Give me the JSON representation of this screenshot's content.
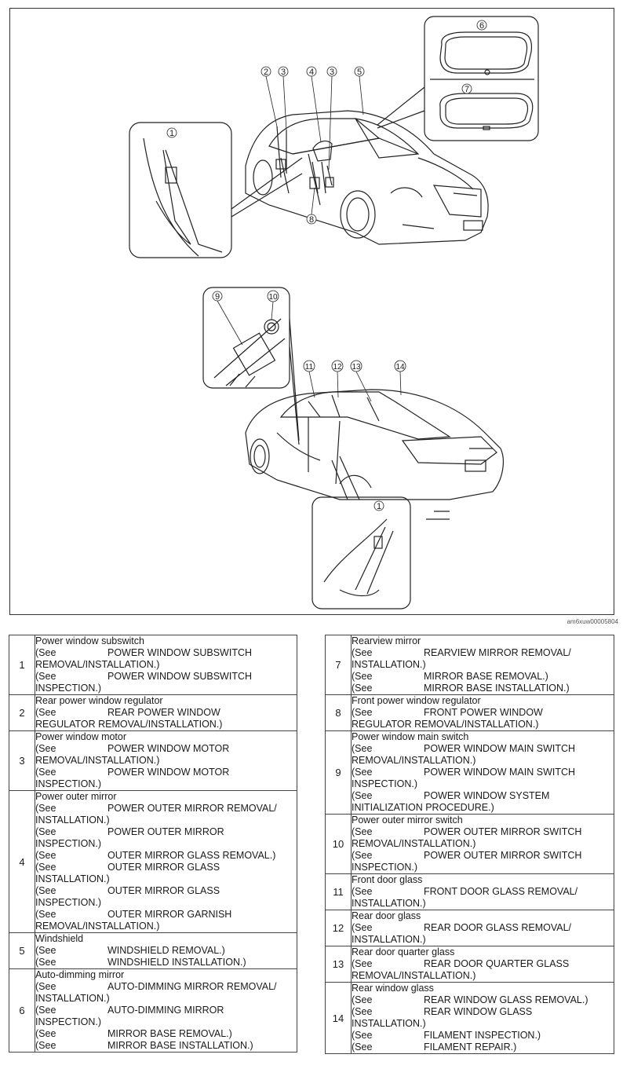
{
  "figure": {
    "code": "am6xuw00005804",
    "callouts": [
      "1",
      "2",
      "3",
      "4",
      "3",
      "5",
      "6",
      "7",
      "8",
      "9",
      "10",
      "11",
      "12",
      "13",
      "14",
      "1"
    ]
  },
  "left_rows": [
    {
      "num": "1",
      "title": "Power window subswitch",
      "refs": [
        {
          "see": "(See",
          "text": "POWER WINDOW SUBSWITCH",
          "cont": "REMOVAL/INSTALLATION.)"
        },
        {
          "see": "(See",
          "text": "POWER WINDOW SUBSWITCH",
          "cont": "INSPECTION.)"
        }
      ]
    },
    {
      "num": "2",
      "title": "Rear power window regulator",
      "refs": [
        {
          "see": "(See",
          "text": "REAR POWER WINDOW",
          "cont": "REGULATOR REMOVAL/INSTALLATION.)"
        }
      ]
    },
    {
      "num": "3",
      "title": "Power window motor",
      "refs": [
        {
          "see": "(See",
          "text": "POWER WINDOW MOTOR",
          "cont": "REMOVAL/INSTALLATION.)"
        },
        {
          "see": "(See",
          "text": "POWER WINDOW MOTOR",
          "cont": "INSPECTION.)"
        }
      ]
    },
    {
      "num": "4",
      "title": "Power outer mirror",
      "refs": [
        {
          "see": "(See",
          "text": "POWER OUTER MIRROR REMOVAL/",
          "cont": "INSTALLATION.)"
        },
        {
          "see": "(See",
          "text": "POWER OUTER MIRROR",
          "cont": "INSPECTION.)"
        },
        {
          "see": "(See",
          "text": "OUTER MIRROR GLASS REMOVAL.)",
          "cont": ""
        },
        {
          "see": "(See",
          "text": "OUTER MIRROR GLASS",
          "cont": "INSTALLATION.)"
        },
        {
          "see": "(See",
          "text": "OUTER MIRROR GLASS",
          "cont": "INSPECTION.)"
        },
        {
          "see": "(See",
          "text": "OUTER MIRROR GARNISH",
          "cont": "REMOVAL/INSTALLATION.)"
        }
      ]
    },
    {
      "num": "5",
      "title": "Windshield",
      "refs": [
        {
          "see": "(See",
          "text": "WINDSHIELD REMOVAL.)",
          "cont": ""
        },
        {
          "see": "(See",
          "text": "WINDSHIELD INSTALLATION.)",
          "cont": ""
        }
      ]
    },
    {
      "num": "6",
      "title": "Auto-dimming mirror",
      "refs": [
        {
          "see": "(See",
          "text": "AUTO-DIMMING MIRROR REMOVAL/",
          "cont": "INSTALLATION.)"
        },
        {
          "see": "(See",
          "text": "AUTO-DIMMING MIRROR",
          "cont": "INSPECTION.)"
        },
        {
          "see": "(See",
          "text": "MIRROR BASE REMOVAL.)",
          "cont": ""
        },
        {
          "see": "(See",
          "text": "MIRROR BASE INSTALLATION.)",
          "cont": ""
        }
      ]
    }
  ],
  "right_rows": [
    {
      "num": "7",
      "title": "Rearview mirror",
      "refs": [
        {
          "see": "(See",
          "text": "REARVIEW MIRROR REMOVAL/",
          "cont": "INSTALLATION.)"
        },
        {
          "see": "(See",
          "text": "MIRROR BASE REMOVAL.)",
          "cont": ""
        },
        {
          "see": "(See",
          "text": "MIRROR BASE INSTALLATION.)",
          "cont": ""
        }
      ]
    },
    {
      "num": "8",
      "title": "Front power window regulator",
      "refs": [
        {
          "see": "(See",
          "text": "FRONT POWER WINDOW",
          "cont": "REGULATOR REMOVAL/INSTALLATION.)"
        }
      ]
    },
    {
      "num": "9",
      "title": "Power window main switch",
      "refs": [
        {
          "see": "(See",
          "text": "POWER WINDOW MAIN SWITCH",
          "cont": "REMOVAL/INSTALLATION.)"
        },
        {
          "see": "(See",
          "text": "POWER WINDOW MAIN SWITCH",
          "cont": "INSPECTION.)"
        },
        {
          "see": "(See",
          "text": "POWER WINDOW SYSTEM",
          "cont": "INITIALIZATION PROCEDURE.)"
        }
      ]
    },
    {
      "num": "10",
      "title": "Power outer mirror switch",
      "refs": [
        {
          "see": "(See",
          "text": "POWER OUTER MIRROR SWITCH",
          "cont": "REMOVAL/INSTALLATION.)"
        },
        {
          "see": "(See",
          "text": "POWER OUTER MIRROR SWITCH",
          "cont": "INSPECTION.)"
        }
      ]
    },
    {
      "num": "11",
      "title": "Front door glass",
      "refs": [
        {
          "see": "(See",
          "text": "FRONT DOOR GLASS REMOVAL/",
          "cont": "INSTALLATION.)"
        }
      ]
    },
    {
      "num": "12",
      "title": "Rear door glass",
      "refs": [
        {
          "see": "(See",
          "text": "REAR DOOR GLASS REMOVAL/",
          "cont": "INSTALLATION.)"
        }
      ]
    },
    {
      "num": "13",
      "title": "Rear door quarter glass",
      "refs": [
        {
          "see": "(See",
          "text": "REAR DOOR QUARTER GLASS",
          "cont": "REMOVAL/INSTALLATION.)"
        }
      ]
    },
    {
      "num": "14",
      "title": "Rear window glass",
      "refs": [
        {
          "see": "(See",
          "text": "REAR WINDOW GLASS REMOVAL.)",
          "cont": ""
        },
        {
          "see": "(See",
          "text": "REAR WINDOW GLASS",
          "cont": "INSTALLATION.)"
        },
        {
          "see": "(See",
          "text": "FILAMENT INSPECTION.)",
          "cont": ""
        },
        {
          "see": "(See",
          "text": "FILAMENT REPAIR.)",
          "cont": ""
        }
      ]
    }
  ]
}
